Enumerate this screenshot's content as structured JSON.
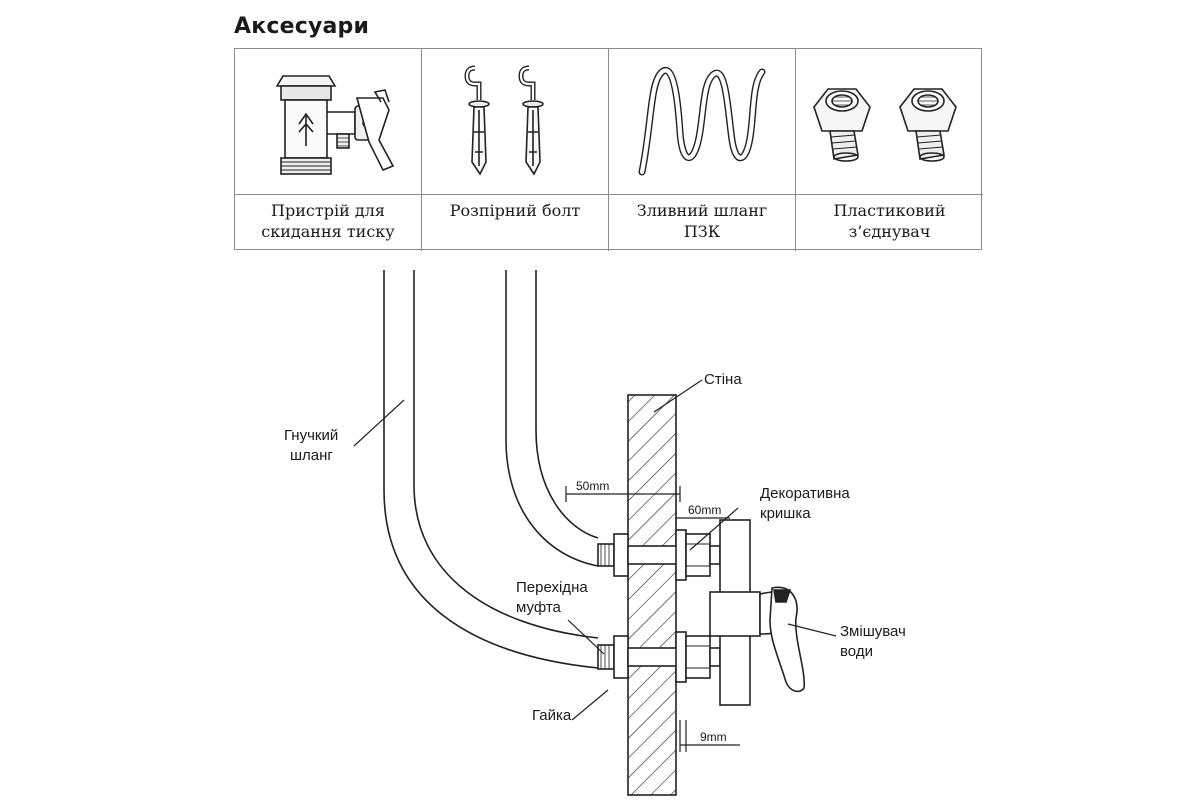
{
  "title": "Аксесуари",
  "accessories": [
    {
      "label": "Пристрій для\nскидання тиску",
      "icon": "pressure-relief-valve-icon"
    },
    {
      "label": "Розпірний болт",
      "icon": "expansion-bolt-icon"
    },
    {
      "label": "Зливний шланг\nПЗК",
      "icon": "drain-hose-icon"
    },
    {
      "label": "Пластиковий\nз’єднувач",
      "icon": "plastic-connector-icon"
    }
  ],
  "diagram": {
    "labels": {
      "wall": "Стіна",
      "hose": [
        "Гнучкий",
        "шланг"
      ],
      "cover": [
        "Декоративна",
        "кришка"
      ],
      "coupling": [
        "Перехідна",
        "муфта"
      ],
      "nut": "Гайка",
      "mixer": [
        "Змішувач",
        "води"
      ]
    },
    "dims": {
      "d50": "50mm",
      "d60": "60mm",
      "d9": "9mm"
    }
  }
}
